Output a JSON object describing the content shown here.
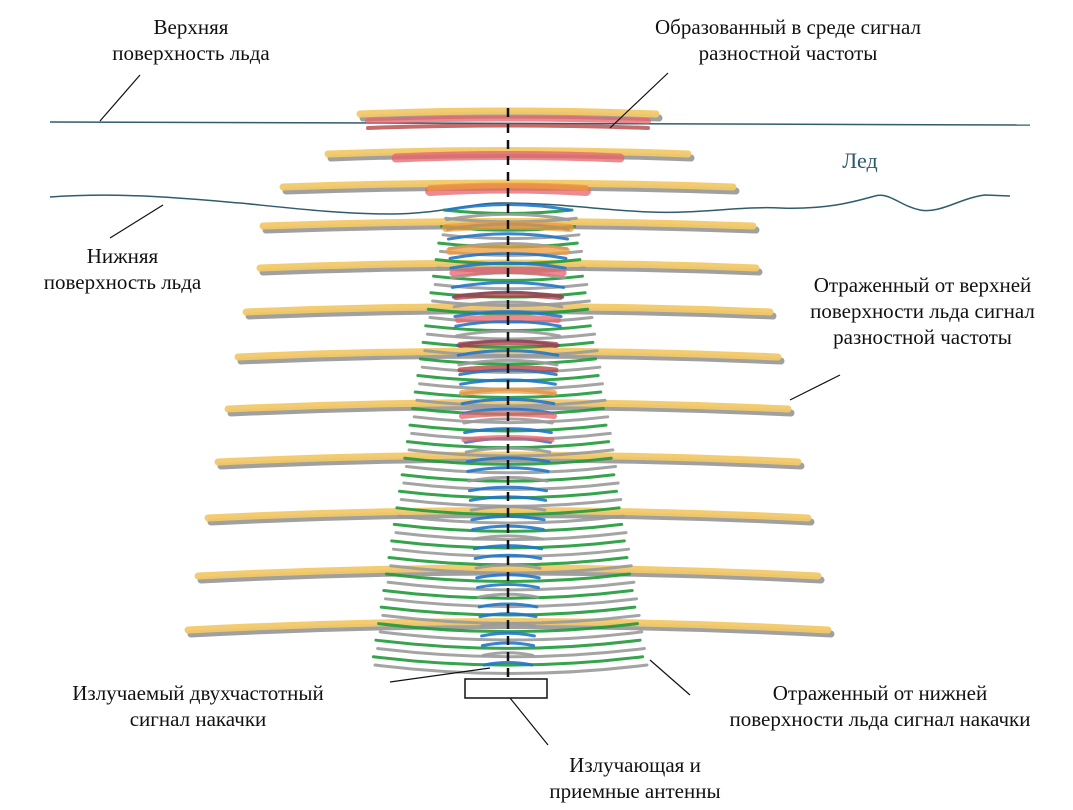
{
  "labels": {
    "top_surface": [
      "Верхняя",
      "поверхность льда"
    ],
    "formed_signal": [
      "Образованный в среде сигнал",
      "разностной частоты"
    ],
    "ice": "Лед",
    "bottom_surface": [
      "Нижняя",
      "поверхность льда"
    ],
    "reflected_top": [
      "Отраженный от верхней",
      "поверхности льда сигнал",
      "разностной частоты"
    ],
    "emitted_pump": [
      "Излучаемый двухчастотный",
      "сигнал накачки"
    ],
    "reflected_bottom": [
      "Отраженный от нижней",
      "поверхности льда сигнал накачки"
    ],
    "antennas": [
      "Излучающая и",
      "приемные антенны"
    ]
  },
  "colors": {
    "surface_line": "#2f5d6b",
    "difference_wave": "#f2c96a",
    "difference_shadow": "#8f8f8f",
    "formed_signal": "#e8636a",
    "formed_signal_core": "#b03a3a",
    "formed_orange": "#ee9a3a",
    "pump_blue": "#2277c9",
    "reflected_pump_green": "#1f9a3a",
    "gray_pump": "#9a9a9a",
    "axis": "#111111"
  }
}
